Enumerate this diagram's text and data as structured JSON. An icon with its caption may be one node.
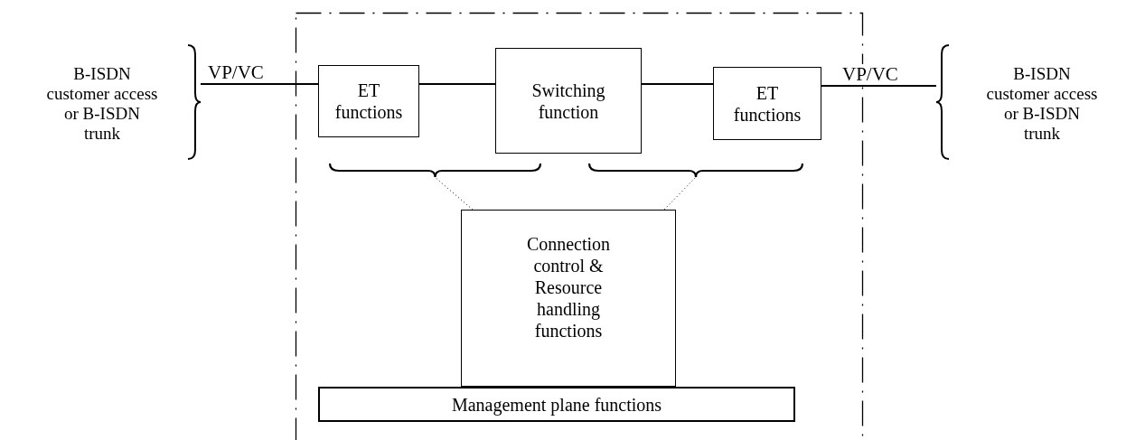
{
  "diagram": {
    "nodes": [
      {
        "text": [],
        "shape": "box"
      },
      {
        "text": [
          "B-ISDN customer access or B-ISDN trunk"
        ]
      },
      {
        "text": [
          "ET functions"
        ],
        "in": 0
      },
      {
        "text": [
          "Switching function"
        ],
        "in": 0
      },
      {
        "text": [
          "ET functions"
        ],
        "in": 0
      },
      {
        "text": [
          "B-ISDN customer access or B-ISDN trunk"
        ]
      },
      {
        "text": [
          "Connection control & Resource handling functions"
        ],
        "in": 0
      },
      {
        "text": [
          "Management plane functions"
        ],
        "in": 0
      }
    ],
    "edges": [
      {
        "from": 1,
        "to": 2,
        "arrow": "none",
        "label": "VP/VC"
      },
      {
        "from": 2,
        "to": 3,
        "arrow": "none"
      },
      {
        "from": 3,
        "to": 4,
        "arrow": "none"
      },
      {
        "from": 4,
        "to": 5,
        "arrow": "none",
        "label": "VP/VC"
      },
      {
        "from": 6,
        "to": null,
        "arrow": "none",
        "style": "dashed"
      },
      {
        "from": 6,
        "to": null,
        "arrow": "none",
        "style": "dashed"
      }
    ]
  }
}
